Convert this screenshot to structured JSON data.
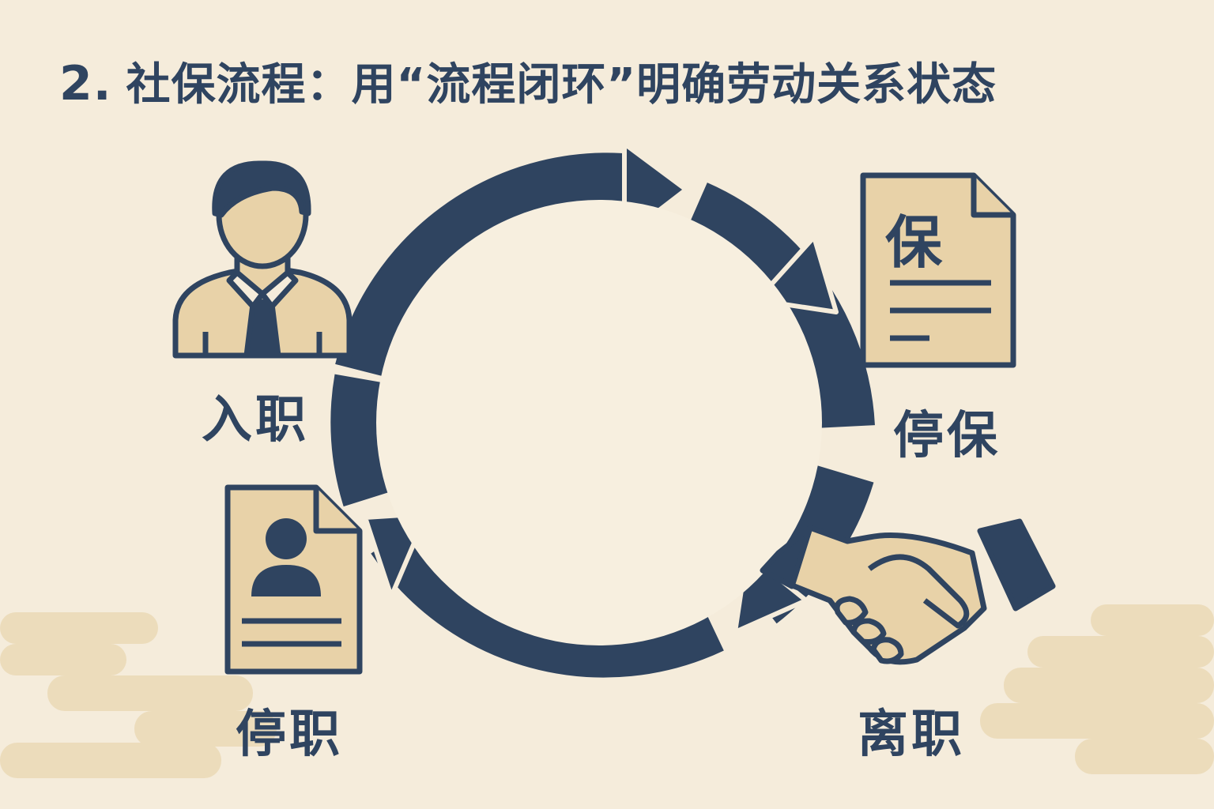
{
  "title": {
    "number": "2.",
    "text": "社保流程：用“流程闭环”明确劳动关系状态"
  },
  "stages": {
    "onboard": "入职",
    "stop_insurance": "停保",
    "resign": "离职",
    "suspend": "停职"
  },
  "document_icon_text": "保",
  "colors": {
    "navy": "#2f4460",
    "tan": "#e8d2a8",
    "background": "#f5ecdb"
  }
}
